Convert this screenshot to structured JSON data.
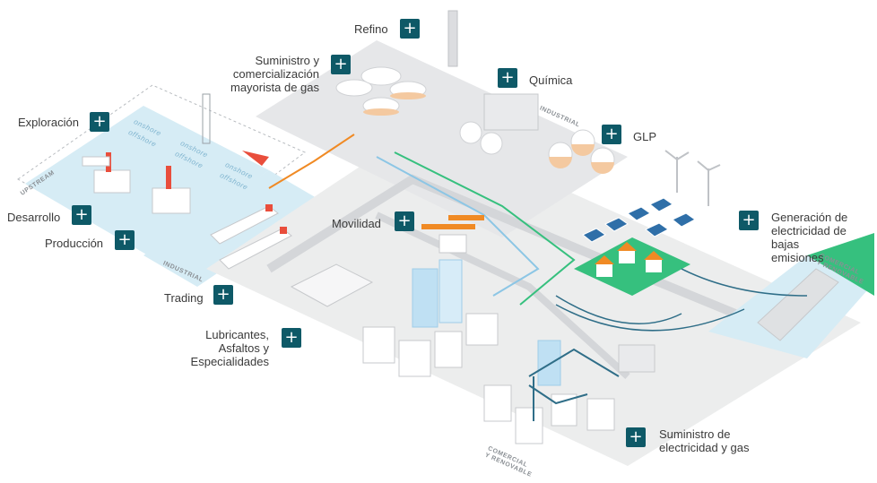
{
  "hotspots": [
    {
      "id": "refino",
      "label": "Refino"
    },
    {
      "id": "suministro-gas",
      "label": "Suministro y\ncomercialización\nmayorista de gas"
    },
    {
      "id": "quimica",
      "label": "Química"
    },
    {
      "id": "exploracion",
      "label": "Exploración"
    },
    {
      "id": "glp",
      "label": "GLP"
    },
    {
      "id": "desarrollo",
      "label": "Desarrollo"
    },
    {
      "id": "produccion",
      "label": "Producción"
    },
    {
      "id": "movilidad",
      "label": "Movilidad"
    },
    {
      "id": "generacion",
      "label": "Generación de\nelectricidad de bajas\nemisiones"
    },
    {
      "id": "trading",
      "label": "Trading"
    },
    {
      "id": "lubricantes",
      "label": "Lubricantes,\nAsfaltos y\nEspecialidades"
    },
    {
      "id": "suministro-electricidad",
      "label": "Suministro de\nelectricidad y gas"
    }
  ],
  "plus_symbol": "+",
  "zone_labels": {
    "upstream": "UPSTREAM",
    "industrial_left": "INDUSTRIAL",
    "industrial_top": "INDUSTRIAL",
    "comercial_right": "COMERCIAL\nY RENOVABLE",
    "comercial_bottom": "COMERCIAL\nY RENOVABLE",
    "onshore_1": "onshore",
    "offshore_1": "offshore",
    "onshore_2": "onshore",
    "offshore_2": "offshore",
    "onshore_3": "onshore",
    "offshore_3": "offshore"
  },
  "colors": {
    "button": "#0e5967",
    "label_text": "#3a3a3a",
    "water": "#d6ecf5",
    "ground": "#e3e4e6",
    "road": "#c9cbce",
    "green": "#36c07e",
    "orange": "#f08a24",
    "building_blue": "#bfe0f3"
  }
}
